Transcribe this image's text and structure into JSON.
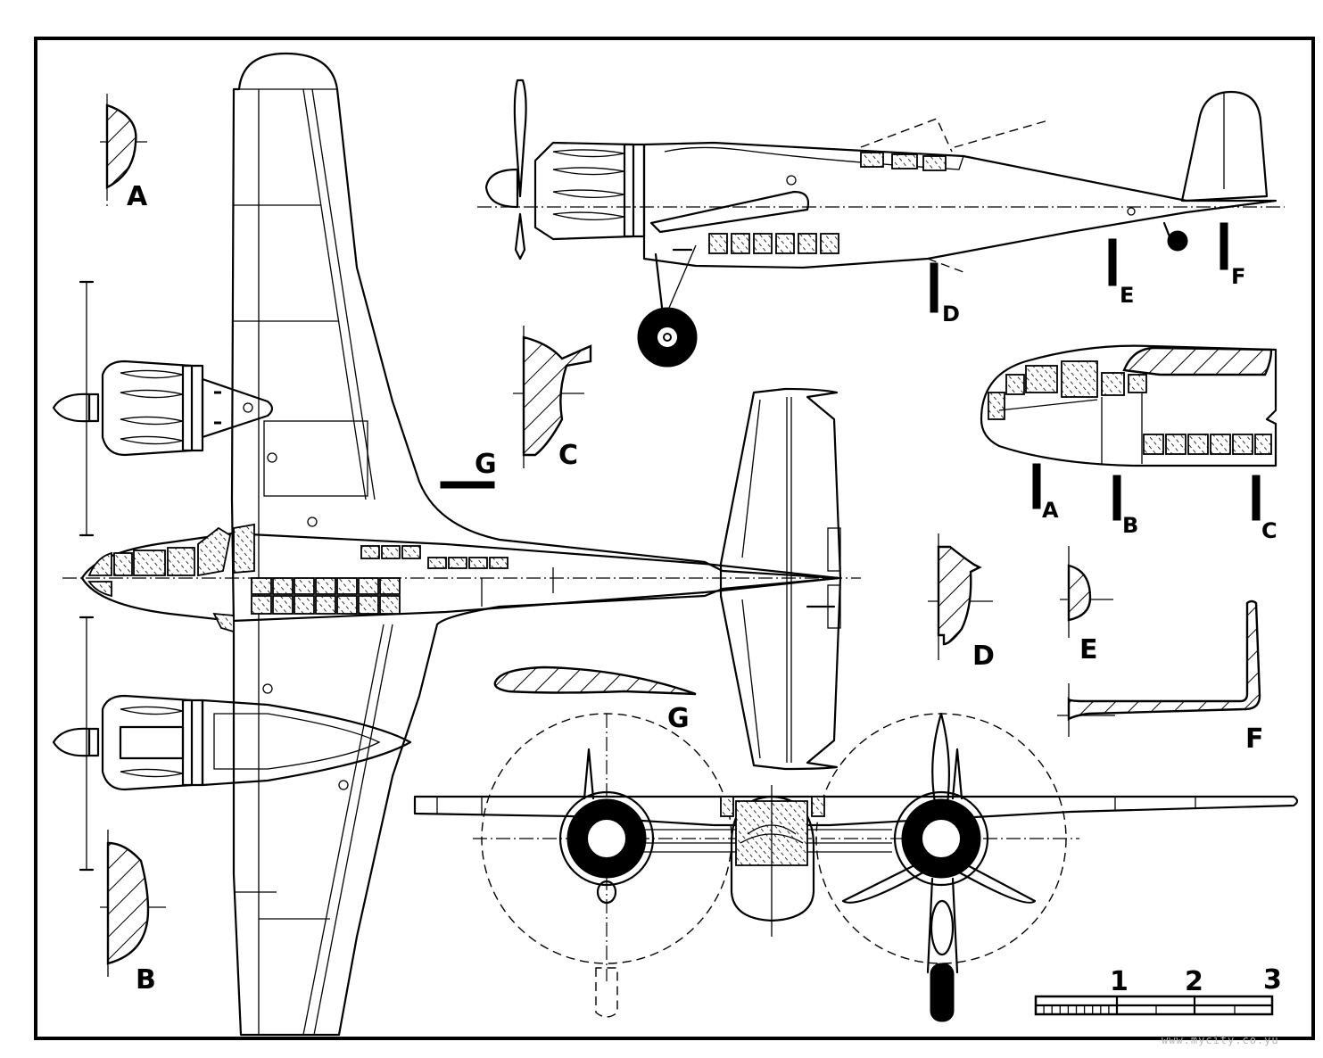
{
  "drawing": {
    "type": "aircraft three-view technical drawing",
    "views": [
      "plan-view",
      "side-view",
      "front-view",
      "nose-detail"
    ],
    "section_labels": [
      "A",
      "B",
      "C",
      "D",
      "E",
      "F",
      "G"
    ],
    "station_markers": [
      {
        "letter": "A"
      },
      {
        "letter": "B"
      },
      {
        "letter": "C"
      },
      {
        "letter": "D"
      },
      {
        "letter": "E"
      },
      {
        "letter": "F"
      }
    ],
    "cutting_plane_label": "G",
    "section_g_label": "G"
  },
  "scale_bar": {
    "ticks": [
      "1",
      "2",
      "3"
    ],
    "units_per_tick": 1
  },
  "watermark": "www.mycity.co.yu",
  "colors": {
    "ink": "#000000",
    "paper": "#ffffff",
    "watermark": "#b8b8b8"
  }
}
